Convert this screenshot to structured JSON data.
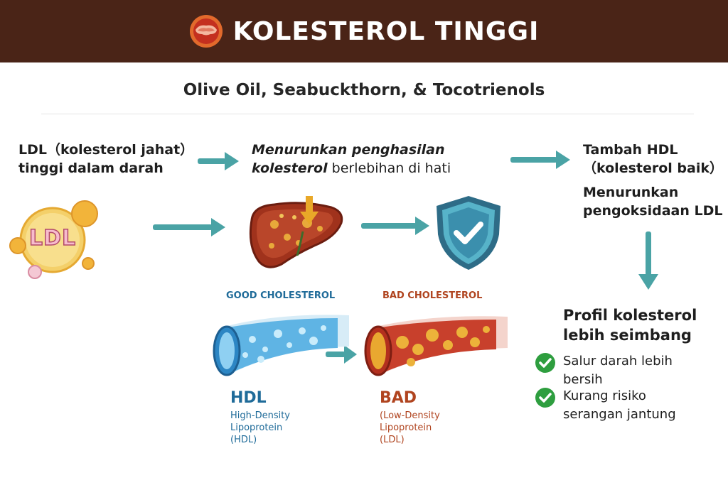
{
  "header": {
    "title": "KOLESTEROL TINGGI",
    "icon": "blood-cell-icon"
  },
  "subtitle": "Olive Oil, Seabuckthorn, & Tocotrienols",
  "colors": {
    "header_bg": "#4a2417",
    "arrow": "#4aa3a5",
    "hdl_blue": "#1f6b99",
    "bad_brown": "#b0441f",
    "check_green": "#2e9e3f"
  },
  "ldl_statement": {
    "line1": "LDL（kolesterol jahat）",
    "line2": "tinggi dalam darah"
  },
  "ldl_icon_label": "LDL",
  "liver_statement": {
    "italic_part1": "Menurunkan penghasilan",
    "italic_part2": "kolesterol",
    "normal_part": " berlebihan di hati"
  },
  "hdl_statement": {
    "line1": "Tambah HDL",
    "line2": "（kolesterol baik）"
  },
  "oxidation_statement": {
    "line1": "Menurunkan",
    "line2": "pengoksidaan LDL"
  },
  "good_label": "GOOD CHOLESTEROL",
  "bad_label": "BAD CHOLESTEROL",
  "hdl": {
    "abbr": "HDL",
    "desc": [
      "High-Density",
      "Lipoprotein",
      "(HDL)"
    ]
  },
  "bad": {
    "abbr": "BAD",
    "desc": [
      "(Low-Density",
      "Lipoprotein",
      "(LDL)"
    ]
  },
  "result": {
    "title_line1": "Profil kolesterol",
    "title_line2": "lebih seimbang"
  },
  "benefits": [
    {
      "line1": "Salur darah lebih",
      "line2": "bersih"
    },
    {
      "line1": "Kurang risiko",
      "line2": "serangan jantung"
    }
  ]
}
